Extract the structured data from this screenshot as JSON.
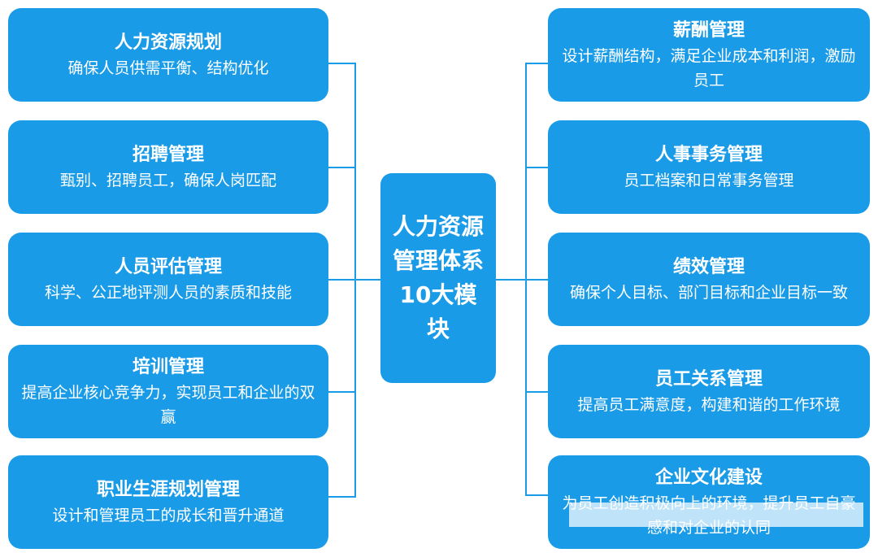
{
  "center": {
    "lines": [
      "人力资源",
      "管理体系",
      "10大模块"
    ]
  },
  "left_modules": [
    {
      "title": "人力资源规划",
      "desc": "确保人员供需平衡、结构优化"
    },
    {
      "title": "招聘管理",
      "desc": "甄别、招聘员工，确保人岗匹配"
    },
    {
      "title": "人员评估管理",
      "desc": "科学、公正地评测人员的素质和技能"
    },
    {
      "title": "培训管理",
      "desc": "提高企业核心竞争力，实现员工和企业的双赢"
    },
    {
      "title": "职业生涯规划管理",
      "desc": "设计和管理员工的成长和晋升通道"
    }
  ],
  "right_modules": [
    {
      "title": "薪酬管理",
      "desc": "设计薪酬结构，满足企业成本和利润，激励员工"
    },
    {
      "title": "人事事务管理",
      "desc": "员工档案和日常事务管理"
    },
    {
      "title": "绩效管理",
      "desc": "确保个人目标、部门目标和企业目标一致"
    },
    {
      "title": "员工关系管理",
      "desc": "提高员工满意度，构建和谐的工作环境"
    },
    {
      "title": "企业文化建设",
      "desc": "为员工创造积极向上的环境，提升员工自豪感和对企业的认同"
    }
  ],
  "colors": {
    "box": "#1a9be8",
    "text": "#ffffff",
    "connector": "#1a9be8"
  }
}
